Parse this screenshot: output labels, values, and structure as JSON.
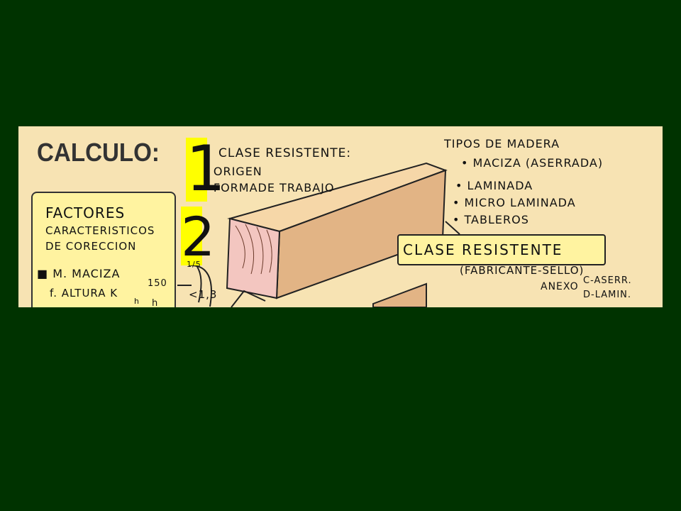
{
  "title": "CALCULO:",
  "step_numbers": {
    "first": "1",
    "second": "2"
  },
  "step1": {
    "heading": "CLASE RESISTENTE:",
    "items": [
      "- ORIGEN",
      "- FORMADE TRABAJO"
    ]
  },
  "factors": {
    "line1": "FACTORES",
    "line2": "CARACTERISTICOS",
    "line3": "DE CORECCION",
    "bullet": "■ M. MACIZA",
    "formula": "f. ALTURA  K",
    "formula_sub": "h",
    "formula_num": "150",
    "formula_den": "h",
    "formula_exp": "1/5",
    "formula_limit": "<1,3"
  },
  "wood_types": {
    "heading": "TIPOS DE MADERA",
    "items": [
      "• MACIZA (ASERRADA)",
      "• LAMINADA",
      "• MICRO LAMINADA",
      "• TABLEROS"
    ]
  },
  "clase_resistente": "CLASE RESISTENTE",
  "fabricante": "(FABRICANTE-SELLO)",
  "anexo": {
    "label": "ANEXO",
    "line1": "C-ASERR.",
    "line2": "D-LAMIN."
  },
  "colors": {
    "background": "#003300",
    "paper": "#f7e3b3",
    "highlight_yellow": "#ffff00",
    "note_yellow": "#fff3a0",
    "beam_face": "#e2b485",
    "beam_end": "#f3c6c0"
  }
}
